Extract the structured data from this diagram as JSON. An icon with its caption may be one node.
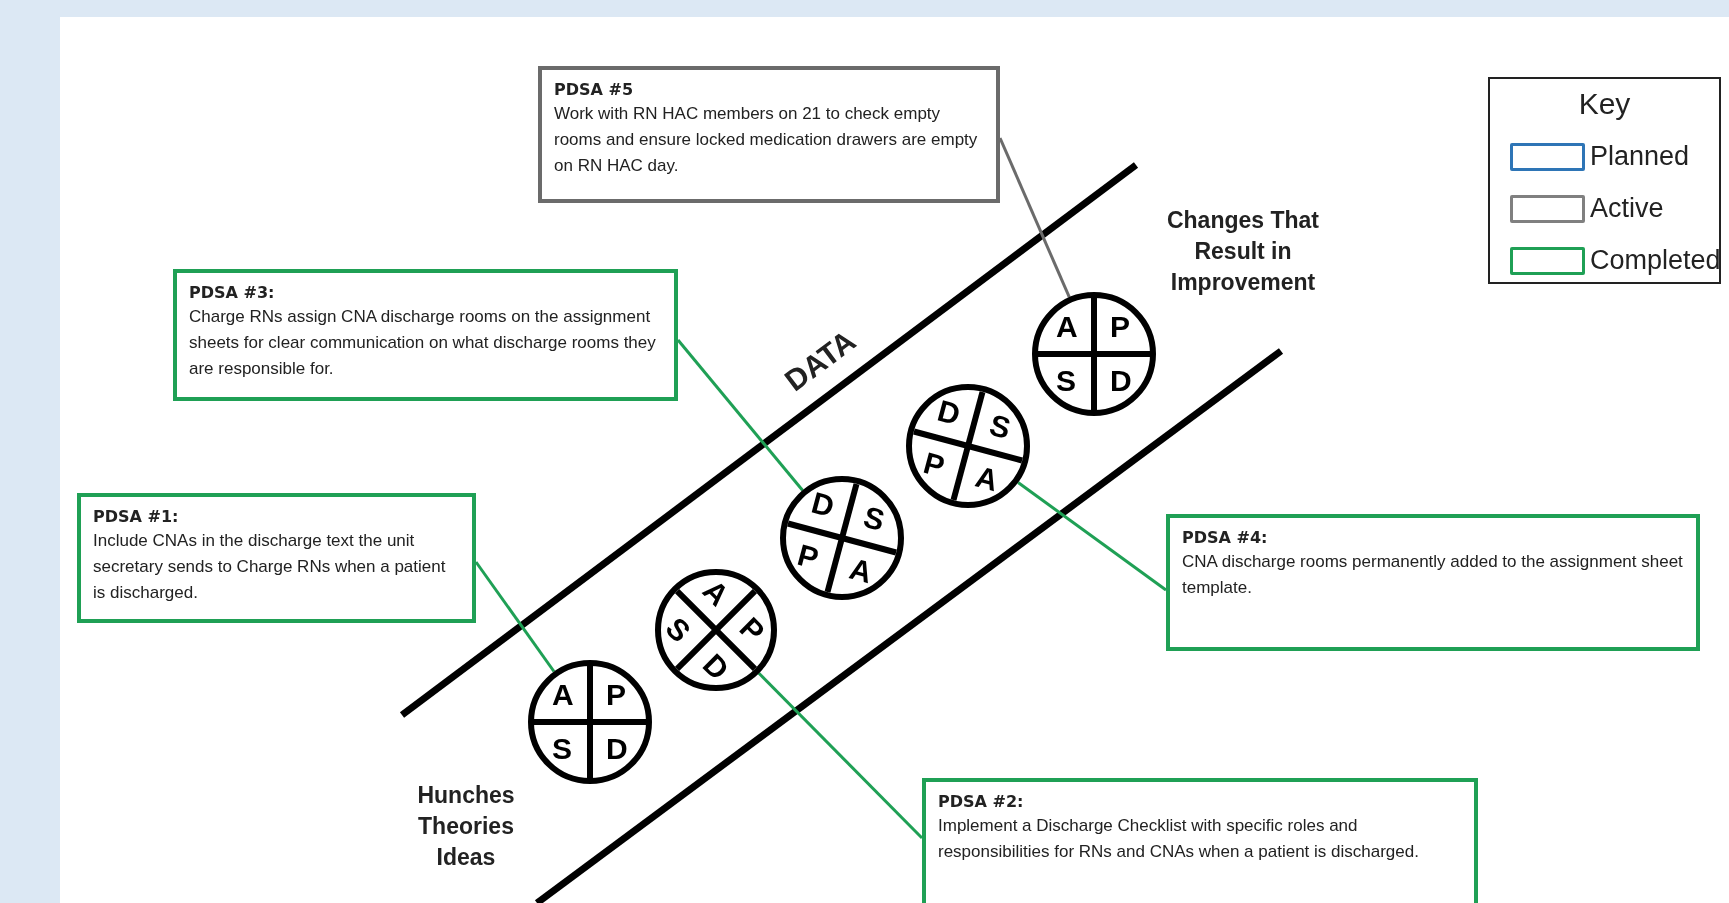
{
  "diagram": {
    "nodes": [
      {
        "text": [
          "PDSA #5",
          "Work with RN HAC members on 21 to check empty rooms and ensure locked medication drawers are empty on RN HAC day."
        ]
      },
      {
        "text": [
          "PDSA #3:",
          "Charge RNs assign CNA discharge rooms on the assignment sheets for clear communication on what discharge rooms they are responsible for."
        ]
      },
      {
        "text": [
          "PDSA #1:",
          "Include CNAs in the discharge text the unit secretary sends to Charge RNs when a patient is discharged."
        ]
      },
      {
        "text": [
          "PDSA #4:",
          "CNA discharge rooms permanently added to the assignment sheet template."
        ]
      },
      {
        "text": [
          "PDSA #2:",
          "Implement a Discharge Checklist with specific roles and responsibilities for RNs and CNAs when a patient is discharged."
        ]
      },
      {
        "text": [
          "A",
          "P",
          "S",
          "D"
        ]
      },
      {
        "text": [
          "A",
          "P",
          "S",
          "D"
        ]
      },
      {
        "text": [
          "D",
          "S",
          "P",
          "A"
        ]
      },
      {
        "text": [
          "D",
          "S",
          "P",
          "A"
        ]
      },
      {
        "text": [
          "A",
          "P",
          "S",
          "D"
        ]
      }
    ],
    "edges": [
      {
        "from": 0,
        "to": 9,
        "arrow": "none",
        "color": "#6b6b6b"
      },
      {
        "from": 1,
        "to": 7,
        "arrow": "none"
      },
      {
        "from": 2,
        "to": 5,
        "arrow": "none"
      },
      {
        "from": 3,
        "to": 8,
        "arrow": "none"
      },
      {
        "from": 4,
        "to": 6,
        "arrow": "none"
      }
    ],
    "labels": [
      "Key",
      "Changes That Result in Improvement",
      "DATA",
      "Hunches Theories Ideas"
    ],
    "legend": [
      {
        "text": "Planned",
        "color": "#2e75b6"
      },
      {
        "text": "Active",
        "color": "#808080"
      },
      {
        "text": "Completed",
        "color": "#1fa055"
      }
    ]
  }
}
